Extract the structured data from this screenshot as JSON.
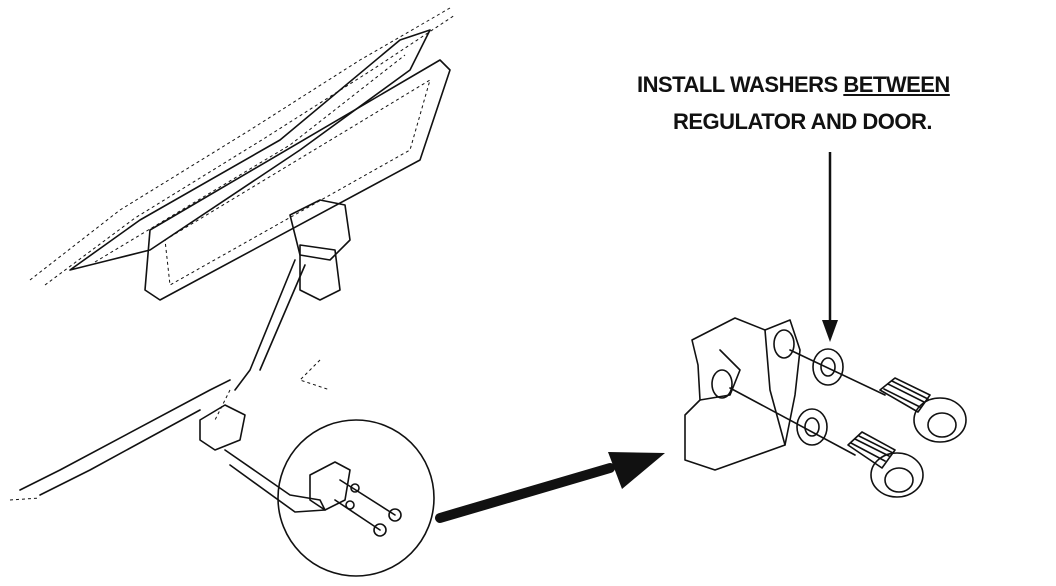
{
  "annotation": {
    "line1_prefix": "INSTALL WASHERS ",
    "line1_emphasis": "BETWEEN",
    "line2": "REGULATOR AND DOOR."
  },
  "colors": {
    "ink": "#111111",
    "background": "#ffffff"
  }
}
